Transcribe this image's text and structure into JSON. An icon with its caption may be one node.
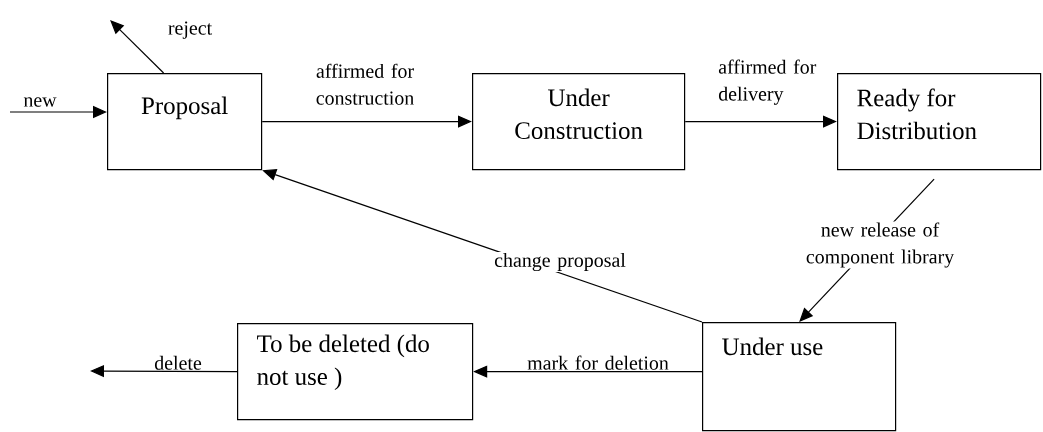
{
  "diagram": {
    "nodes": [
      {
        "text": [
          "Proposal"
        ]
      },
      {
        "text": [
          "Under Construction"
        ]
      },
      {
        "text": [
          "Ready for Distribution"
        ]
      },
      {
        "text": [
          "Under use"
        ]
      },
      {
        "text": [
          "To be deleted (do not use )"
        ]
      }
    ],
    "edges": [
      {
        "from": null,
        "to": 0,
        "arrow": "to",
        "label": "new"
      },
      {
        "from": 0,
        "to": null,
        "arrow": "to",
        "label": "reject"
      },
      {
        "from": 0,
        "to": 1,
        "arrow": "to",
        "label": "affirmed for construction"
      },
      {
        "from": 1,
        "to": 2,
        "arrow": "to",
        "label": "affirmed for delivery"
      },
      {
        "from": 2,
        "to": 3,
        "arrow": "to",
        "label": "new release of component library"
      },
      {
        "from": 3,
        "to": 0,
        "arrow": "to",
        "label": "change proposal"
      },
      {
        "from": 3,
        "to": 4,
        "arrow": "to",
        "label": "mark for deletion"
      },
      {
        "from": 4,
        "to": null,
        "arrow": "to",
        "label": "delete"
      }
    ]
  }
}
